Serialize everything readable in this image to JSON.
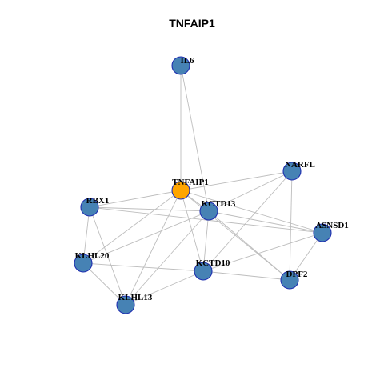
{
  "title": "TNFAIP1",
  "colors": {
    "default_node": "#4682b4",
    "focus_node": "#ffa500",
    "node_border": "#1f2fb0",
    "edge": "#bdbdbd"
  },
  "nodes": [
    {
      "id": "IL6",
      "label": "IL6",
      "focus": false
    },
    {
      "id": "NARFL",
      "label": "NARFL",
      "focus": false
    },
    {
      "id": "TNFAIP1",
      "label": "TNFAIP1",
      "focus": true
    },
    {
      "id": "RBX1",
      "label": "RBX1",
      "focus": false
    },
    {
      "id": "KCTD13",
      "label": "KCTD13",
      "focus": false
    },
    {
      "id": "ASNSD1",
      "label": "ASNSD1",
      "focus": false
    },
    {
      "id": "KLHL20",
      "label": "KLHL20",
      "focus": false
    },
    {
      "id": "KCTD10",
      "label": "KCTD10",
      "focus": false
    },
    {
      "id": "DPF2",
      "label": "DPF2",
      "focus": false
    },
    {
      "id": "KLHL13",
      "label": "KLHL13",
      "focus": false
    }
  ],
  "edges": [
    [
      "IL6",
      "TNFAIP1"
    ],
    [
      "IL6",
      "KCTD13"
    ],
    [
      "TNFAIP1",
      "NARFL"
    ],
    [
      "TNFAIP1",
      "RBX1"
    ],
    [
      "TNFAIP1",
      "KCTD13"
    ],
    [
      "TNFAIP1",
      "KLHL20"
    ],
    [
      "TNFAIP1",
      "KLHL13"
    ],
    [
      "TNFAIP1",
      "KCTD10"
    ],
    [
      "TNFAIP1",
      "ASNSD1"
    ],
    [
      "TNFAIP1",
      "DPF2"
    ],
    [
      "NARFL",
      "KCTD13"
    ],
    [
      "NARFL",
      "KCTD10"
    ],
    [
      "NARFL",
      "DPF2"
    ],
    [
      "RBX1",
      "KCTD13"
    ],
    [
      "RBX1",
      "KLHL20"
    ],
    [
      "RBX1",
      "KLHL13"
    ],
    [
      "RBX1",
      "ASNSD1"
    ],
    [
      "KCTD13",
      "KLHL20"
    ],
    [
      "KCTD13",
      "KCTD10"
    ],
    [
      "KCTD13",
      "KLHL13"
    ],
    [
      "KCTD13",
      "DPF2"
    ],
    [
      "KCTD13",
      "ASNSD1"
    ],
    [
      "ASNSD1",
      "DPF2"
    ],
    [
      "ASNSD1",
      "KCTD10"
    ],
    [
      "KLHL20",
      "KCTD10"
    ],
    [
      "KLHL20",
      "KLHL13"
    ],
    [
      "KCTD10",
      "DPF2"
    ],
    [
      "KCTD10",
      "KLHL13"
    ]
  ]
}
